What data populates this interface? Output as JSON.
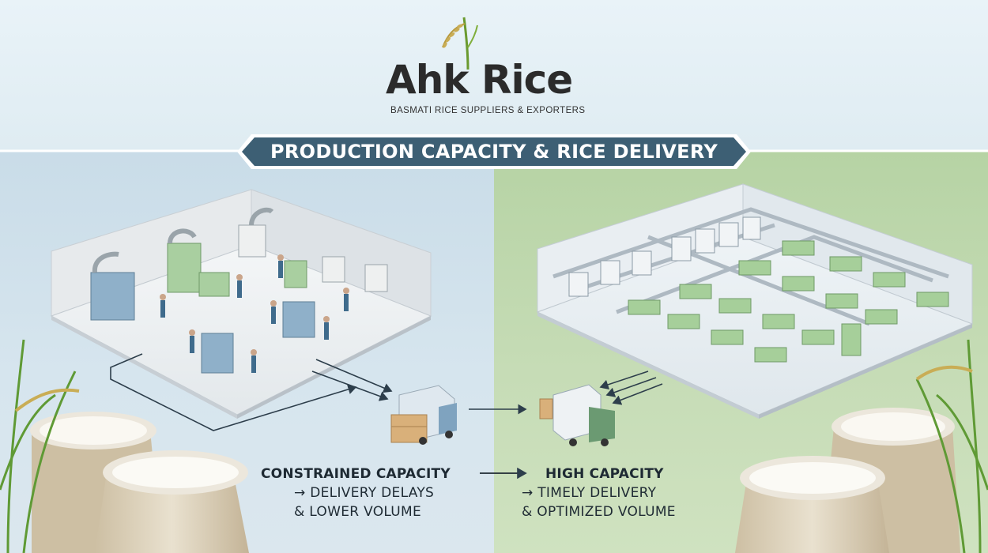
{
  "brand": {
    "name": "Ahk Rice",
    "tagline": "BASMATI RICE SUPPLIERS & EXPORTERS"
  },
  "banner": {
    "title": "PRODUCTION CAPACITY & RICE DELIVERY"
  },
  "left_panel": {
    "heading": "CONSTRAINED CAPACITY",
    "line1": "→ DELIVERY DELAYS",
    "line2": "& LOWER VOLUME"
  },
  "right_panel": {
    "heading": "HIGH CAPACITY",
    "line1": "→ TIMELY DELIVERY",
    "line2": "& OPTIMIZED VOLUME"
  },
  "colors": {
    "banner_fill": "#3d5f74",
    "left_bg": "#c9dce8",
    "right_bg": "#b6d3a4",
    "logo_text": "#2b2b2b"
  },
  "icons": [
    "rice-stalk-icon",
    "delivery-truck-icon",
    "rice-sack-icon",
    "factory-floor-icon"
  ]
}
